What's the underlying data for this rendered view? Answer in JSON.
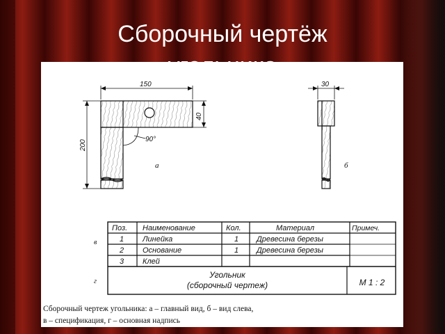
{
  "slide": {
    "title_line1": "Сборочный чертёж",
    "title_line2": "угольника"
  },
  "colors": {
    "background": "#5a0f08",
    "curtain_light": "#8c1c12",
    "curtain_dark": "#3a0604",
    "sheet": "#ffffff",
    "ink": "#111111"
  },
  "drawing": {
    "main_view": {
      "label": "а",
      "dims": {
        "width": "150",
        "height": "200",
        "thickness": "40",
        "angle": "90°"
      }
    },
    "side_view": {
      "label": "б",
      "dims": {
        "width": "30"
      }
    },
    "spec_label": "в",
    "title_block_label": "г",
    "spec_table": {
      "headers": [
        "Поз.",
        "Наименование",
        "Кол.",
        "Материал",
        "Примеч."
      ],
      "rows": [
        [
          "1",
          "Линейка",
          "1",
          "Древесина березы",
          ""
        ],
        [
          "2",
          "Основание",
          "1",
          "Древесина березы",
          ""
        ],
        [
          "3",
          "Клей",
          "",
          "",
          ""
        ]
      ]
    },
    "title_block": {
      "name": "Угольник",
      "subtitle": "(сборочный чертеж)",
      "scale": "М 1 : 2"
    }
  },
  "caption": {
    "line1": "Сборочный чертеж угольника: а – главный вид, б – вид слева,",
    "line2": "в – спецификация, г – основная надпись"
  }
}
